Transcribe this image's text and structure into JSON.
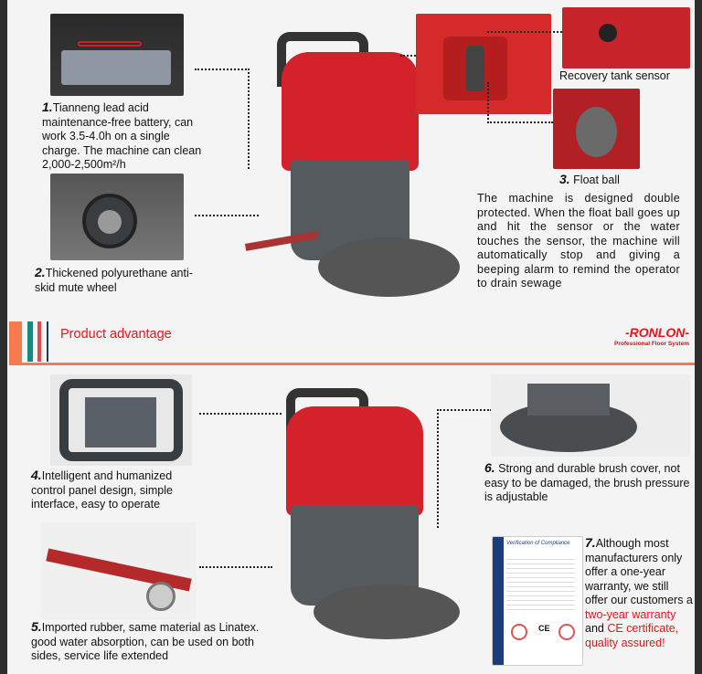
{
  "features": {
    "f1": {
      "num": "1.",
      "text": "Tianneng lead acid maintenance-free battery, can work 3.5-4.0h on a single charge. The machine can clean 2,000-2,500m²/h"
    },
    "f2": {
      "num": "2.",
      "text": "Thickened polyurethane anti-skid mute wheel"
    },
    "sensor_label": "Recovery tank sensor",
    "f3": {
      "num": "3.",
      "text": "Float ball"
    },
    "protection_text": "The machine is designed double protected. When the float ball goes up and hit the sensor or the water touches the sensor, the machine will automatically stop and giving a beeping alarm to remind the operator to drain sewage",
    "f4": {
      "num": "4.",
      "text": "Intelligent and humanized control panel design, simple interface, easy to operate"
    },
    "f5": {
      "num": "5.",
      "text": "Imported rubber, same material as Linatex. good water absorption, can be used on both sides, service life extended"
    },
    "f6": {
      "num": "6.",
      "text": "Strong and durable brush cover, not easy to be damaged, the brush pressure is adjustable"
    },
    "f7": {
      "num": "7.",
      "text_a": "Although most manufacturers only offer a one-year warranty, we still offer our customers a ",
      "text_red1": "two-year warranty",
      "text_b": " and ",
      "text_red2": "CE certificate, quality assured!"
    }
  },
  "banner": {
    "title": "Product advantage",
    "logo": "-RONLON-",
    "logo_sub": "Professional Floor System"
  },
  "certificate": {
    "title": "Verification of Compliance",
    "mark": "CE"
  },
  "colors": {
    "accent_red": "#e8141c",
    "orange": "#f47b4f",
    "teal": "#0f8c82",
    "navy": "#1c3d5a",
    "machine_red": "#d3222a"
  }
}
